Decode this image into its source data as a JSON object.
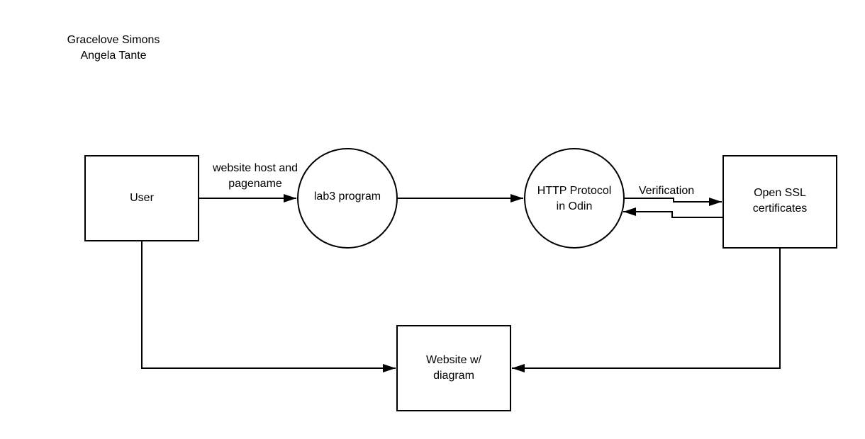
{
  "authors": [
    "Gracelove Simons",
    "Angela Tante"
  ],
  "nodes": {
    "user": {
      "shape": "rectangle",
      "lines": [
        "User"
      ]
    },
    "lab3": {
      "shape": "circle",
      "lines": [
        "lab3 program"
      ]
    },
    "http": {
      "shape": "circle",
      "lines": [
        "HTTP Protocol",
        "in Odin"
      ]
    },
    "openssl": {
      "shape": "rectangle",
      "lines": [
        "Open SSL",
        "certificates"
      ]
    },
    "website": {
      "shape": "rectangle",
      "lines": [
        "Website w/",
        "diagram"
      ]
    }
  },
  "edges": [
    {
      "from": "user",
      "to": "lab3",
      "label_lines": [
        "website host and",
        "pagename"
      ]
    },
    {
      "from": "lab3",
      "to": "http",
      "label_lines": []
    },
    {
      "from": "http",
      "to": "openssl",
      "label_lines": [
        "Verification"
      ]
    },
    {
      "from": "openssl",
      "to": "http",
      "label_lines": []
    },
    {
      "from": "user",
      "to": "website",
      "label_lines": []
    },
    {
      "from": "openssl",
      "to": "website",
      "label_lines": []
    }
  ],
  "colors": {
    "stroke": "#000000",
    "background": "#ffffff"
  }
}
